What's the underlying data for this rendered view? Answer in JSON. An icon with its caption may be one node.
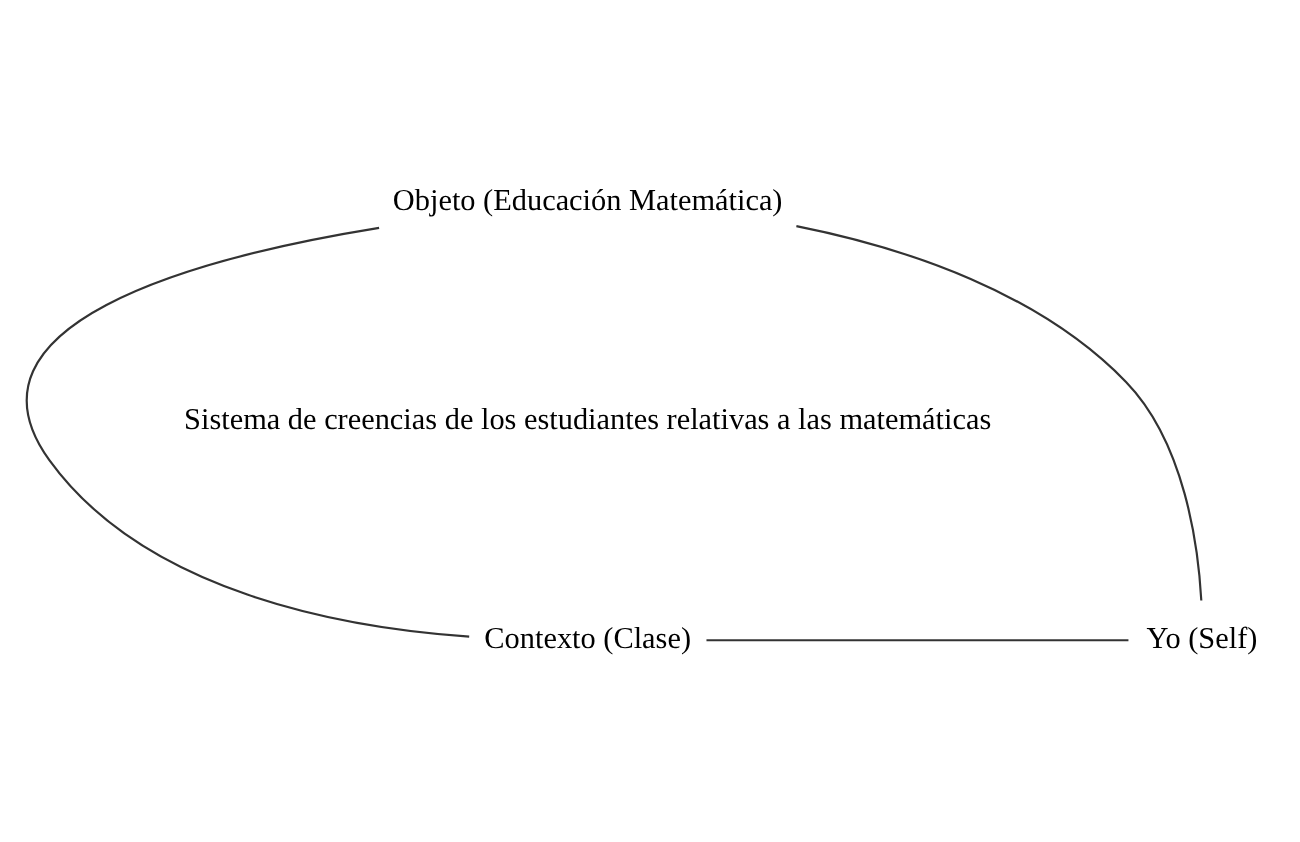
{
  "diagram": {
    "nodes": [
      {
        "text": [
          "Objeto (Educación Matemática)"
        ]
      },
      {
        "text": [
          "Contexto (Clase)"
        ]
      },
      {
        "text": [
          "Yo (Self)"
        ]
      }
    ],
    "edges": [
      {
        "from": 0,
        "to": 1,
        "arrow": "none"
      },
      {
        "from": 0,
        "to": 2,
        "arrow": "none"
      },
      {
        "from": 1,
        "to": 2,
        "arrow": "none"
      }
    ],
    "labels": [
      "Sistema de creencias de los estudiantes relativas a las matemáticas"
    ]
  }
}
